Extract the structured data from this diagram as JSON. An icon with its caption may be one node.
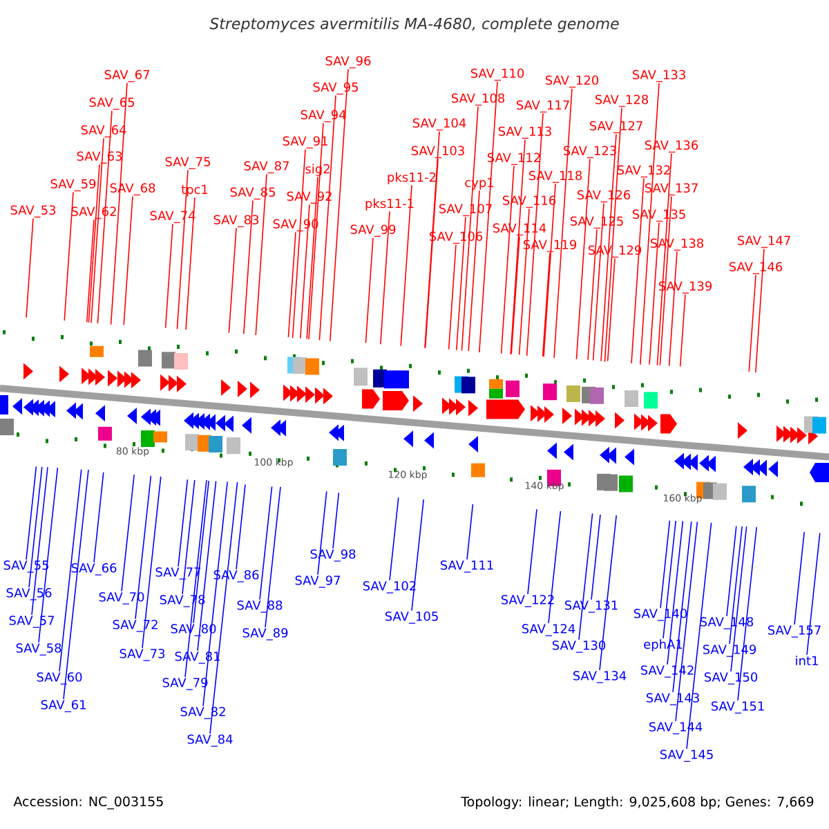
{
  "diagram": {
    "title": "Streptomyces avermitilis MA-4680, complete genome",
    "nodes": [
      {
        "text": [
          "SAV_53"
        ]
      },
      {
        "text": [
          "SAV_59"
        ]
      },
      {
        "text": [
          "SAV_62"
        ]
      },
      {
        "text": [
          "SAV_63"
        ]
      },
      {
        "text": [
          "SAV_64"
        ]
      },
      {
        "text": [
          "SAV_65"
        ]
      },
      {
        "text": [
          "SAV_67"
        ]
      },
      {
        "text": [
          "SAV_68"
        ]
      },
      {
        "text": [
          "SAV_74"
        ]
      },
      {
        "text": [
          "SAV_75"
        ]
      },
      {
        "text": [
          "tpc1"
        ]
      },
      {
        "text": [
          "SAV_83"
        ]
      },
      {
        "text": [
          "SAV_85"
        ]
      },
      {
        "text": [
          "SAV_87"
        ]
      },
      {
        "text": [
          "SAV_90"
        ]
      },
      {
        "text": [
          "SAV_91"
        ]
      },
      {
        "text": [
          "SAV_92"
        ]
      },
      {
        "text": [
          "sig2"
        ]
      },
      {
        "text": [
          "SAV_94"
        ]
      },
      {
        "text": [
          "SAV_95"
        ]
      },
      {
        "text": [
          "SAV_96"
        ]
      },
      {
        "text": [
          "SAV_99"
        ]
      },
      {
        "text": [
          "pks11-1"
        ]
      },
      {
        "text": [
          "pks11-2"
        ]
      },
      {
        "text": [
          "SAV_103"
        ]
      },
      {
        "text": [
          "SAV_104"
        ]
      },
      {
        "text": [
          "SAV_106"
        ]
      },
      {
        "text": [
          "SAV_107"
        ]
      },
      {
        "text": [
          "cyp1"
        ]
      },
      {
        "text": [
          "SAV_108"
        ]
      },
      {
        "text": [
          "SAV_110"
        ]
      },
      {
        "text": [
          "SAV_112"
        ]
      },
      {
        "text": [
          "SAV_113"
        ]
      },
      {
        "text": [
          "SAV_114"
        ]
      },
      {
        "text": [
          "SAV_116"
        ]
      },
      {
        "text": [
          "SAV_117"
        ]
      },
      {
        "text": [
          "SAV_118"
        ]
      },
      {
        "text": [
          "SAV_119"
        ]
      },
      {
        "text": [
          "SAV_120"
        ]
      },
      {
        "text": [
          "SAV_123"
        ]
      },
      {
        "text": [
          "SAV_125"
        ]
      },
      {
        "text": [
          "SAV_126"
        ]
      },
      {
        "text": [
          "SAV_127"
        ]
      },
      {
        "text": [
          "SAV_128"
        ]
      },
      {
        "text": [
          "SAV_129"
        ]
      },
      {
        "text": [
          "SAV_132"
        ]
      },
      {
        "text": [
          "SAV_133"
        ]
      },
      {
        "text": [
          "SAV_135"
        ]
      },
      {
        "text": [
          "SAV_136"
        ]
      },
      {
        "text": [
          "SAV_137"
        ]
      },
      {
        "text": [
          "SAV_138"
        ]
      },
      {
        "text": [
          "SAV_139"
        ]
      },
      {
        "text": [
          "SAV_146"
        ]
      },
      {
        "text": [
          "SAV_147"
        ]
      },
      {
        "text": [
          "SAV_55"
        ]
      },
      {
        "text": [
          "SAV_56"
        ]
      },
      {
        "text": [
          "SAV_57"
        ]
      },
      {
        "text": [
          "SAV_58"
        ]
      },
      {
        "text": [
          "SAV_60"
        ]
      },
      {
        "text": [
          "SAV_61"
        ]
      },
      {
        "text": [
          "SAV_66"
        ]
      },
      {
        "text": [
          "SAV_70"
        ]
      },
      {
        "text": [
          "SAV_72"
        ]
      },
      {
        "text": [
          "SAV_73"
        ]
      },
      {
        "text": [
          "SAV_77"
        ]
      },
      {
        "text": [
          "SAV_78"
        ]
      },
      {
        "text": [
          "SAV_80"
        ]
      },
      {
        "text": [
          "SAV_81"
        ]
      },
      {
        "text": [
          "SAV_79"
        ]
      },
      {
        "text": [
          "SAV_82"
        ]
      },
      {
        "text": [
          "SAV_84"
        ]
      },
      {
        "text": [
          "SAV_86"
        ]
      },
      {
        "text": [
          "SAV_88"
        ]
      },
      {
        "text": [
          "SAV_89"
        ]
      },
      {
        "text": [
          "SAV_97"
        ]
      },
      {
        "text": [
          "SAV_98"
        ]
      },
      {
        "text": [
          "SAV_102"
        ]
      },
      {
        "text": [
          "SAV_105"
        ]
      },
      {
        "text": [
          "SAV_111"
        ]
      },
      {
        "text": [
          "SAV_122"
        ]
      },
      {
        "text": [
          "SAV_124"
        ]
      },
      {
        "text": [
          "SAV_131"
        ]
      },
      {
        "text": [
          "SAV_130"
        ]
      },
      {
        "text": [
          "SAV_134"
        ]
      },
      {
        "text": [
          "SAV_140"
        ]
      },
      {
        "text": [
          "ephA1"
        ]
      },
      {
        "text": [
          "SAV_142"
        ]
      },
      {
        "text": [
          "SAV_143"
        ]
      },
      {
        "text": [
          "SAV_144"
        ]
      },
      {
        "text": [
          "SAV_145"
        ]
      },
      {
        "text": [
          "SAV_148"
        ]
      },
      {
        "text": [
          "SAV_149"
        ]
      },
      {
        "text": [
          "SAV_150"
        ]
      },
      {
        "text": [
          "SAV_151"
        ]
      },
      {
        "text": [
          "SAV_157"
        ]
      },
      {
        "text": [
          "int1"
        ]
      }
    ],
    "edges": [
      {
        "from": 0,
        "to": null,
        "arrow": "none"
      },
      {
        "from": 1,
        "to": null,
        "arrow": "none"
      },
      {
        "from": 2,
        "to": null,
        "arrow": "none"
      },
      {
        "from": 3,
        "to": null,
        "arrow": "none"
      },
      {
        "from": 4,
        "to": null,
        "arrow": "none"
      },
      {
        "from": 5,
        "to": null,
        "arrow": "none"
      },
      {
        "from": 6,
        "to": null,
        "arrow": "none"
      },
      {
        "from": 7,
        "to": null,
        "arrow": "none"
      },
      {
        "from": 8,
        "to": null,
        "arrow": "none"
      },
      {
        "from": 9,
        "to": null,
        "arrow": "none"
      },
      {
        "from": 10,
        "to": null,
        "arrow": "none"
      },
      {
        "from": 11,
        "to": null,
        "arrow": "none"
      },
      {
        "from": 12,
        "to": null,
        "arrow": "none"
      },
      {
        "from": 13,
        "to": null,
        "arrow": "none"
      },
      {
        "from": 14,
        "to": null,
        "arrow": "none"
      },
      {
        "from": 15,
        "to": null,
        "arrow": "none"
      },
      {
        "from": 16,
        "to": null,
        "arrow": "none"
      },
      {
        "from": 17,
        "to": null,
        "arrow": "none"
      },
      {
        "from": 18,
        "to": null,
        "arrow": "none"
      },
      {
        "from": 19,
        "to": null,
        "arrow": "none"
      },
      {
        "from": 20,
        "to": null,
        "arrow": "none"
      },
      {
        "from": 21,
        "to": null,
        "arrow": "none"
      },
      {
        "from": 22,
        "to": null,
        "arrow": "none"
      },
      {
        "from": 23,
        "to": null,
        "arrow": "none"
      },
      {
        "from": 24,
        "to": null,
        "arrow": "none"
      },
      {
        "from": 25,
        "to": null,
        "arrow": "none"
      },
      {
        "from": 26,
        "to": null,
        "arrow": "none"
      },
      {
        "from": 27,
        "to": null,
        "arrow": "none"
      },
      {
        "from": 28,
        "to": null,
        "arrow": "none"
      },
      {
        "from": 29,
        "to": null,
        "arrow": "none"
      },
      {
        "from": 30,
        "to": null,
        "arrow": "none"
      },
      {
        "from": 31,
        "to": null,
        "arrow": "none"
      },
      {
        "from": 32,
        "to": null,
        "arrow": "none"
      },
      {
        "from": 33,
        "to": null,
        "arrow": "none"
      },
      {
        "from": 34,
        "to": null,
        "arrow": "none"
      },
      {
        "from": 35,
        "to": null,
        "arrow": "none"
      },
      {
        "from": 36,
        "to": null,
        "arrow": "none"
      },
      {
        "from": 37,
        "to": null,
        "arrow": "none"
      },
      {
        "from": 38,
        "to": null,
        "arrow": "none"
      },
      {
        "from": 39,
        "to": null,
        "arrow": "none"
      },
      {
        "from": 40,
        "to": null,
        "arrow": "none"
      },
      {
        "from": 41,
        "to": null,
        "arrow": "none"
      },
      {
        "from": 42,
        "to": null,
        "arrow": "none"
      },
      {
        "from": 43,
        "to": null,
        "arrow": "none"
      },
      {
        "from": 44,
        "to": null,
        "arrow": "none"
      },
      {
        "from": 45,
        "to": null,
        "arrow": "none"
      },
      {
        "from": 46,
        "to": null,
        "arrow": "none"
      },
      {
        "from": 47,
        "to": null,
        "arrow": "none"
      },
      {
        "from": 48,
        "to": null,
        "arrow": "none"
      },
      {
        "from": 49,
        "to": null,
        "arrow": "none"
      },
      {
        "from": 50,
        "to": null,
        "arrow": "none"
      },
      {
        "from": 51,
        "to": null,
        "arrow": "none"
      },
      {
        "from": 52,
        "to": null,
        "arrow": "none"
      },
      {
        "from": 53,
        "to": null,
        "arrow": "none"
      },
      {
        "from": 54,
        "to": null,
        "arrow": "none",
        "color": "#0000ff"
      },
      {
        "from": 55,
        "to": null,
        "arrow": "none",
        "color": "#0000ff"
      },
      {
        "from": 56,
        "to": null,
        "arrow": "none",
        "color": "#0000ff"
      },
      {
        "from": 57,
        "to": null,
        "arrow": "none",
        "color": "#0000ff"
      },
      {
        "from": 58,
        "to": null,
        "arrow": "none",
        "color": "#0000ff"
      },
      {
        "from": 59,
        "to": null,
        "arrow": "none",
        "color": "#0000ff"
      },
      {
        "from": 60,
        "to": null,
        "arrow": "none",
        "color": "#0000ff"
      },
      {
        "from": 61,
        "to": null,
        "arrow": "none",
        "color": "#0000ff"
      },
      {
        "from": 62,
        "to": null,
        "arrow": "none",
        "color": "#0000ff"
      },
      {
        "from": 63,
        "to": null,
        "arrow": "none",
        "color": "#0000ff"
      },
      {
        "from": 64,
        "to": null,
        "arrow": "none",
        "color": "#0000ff"
      },
      {
        "from": 65,
        "to": null,
        "arrow": "none",
        "color": "#0000ff"
      },
      {
        "from": 66,
        "to": null,
        "arrow": "none",
        "color": "#0000ff"
      },
      {
        "from": 67,
        "to": null,
        "arrow": "none",
        "color": "#0000ff"
      },
      {
        "from": 68,
        "to": null,
        "arrow": "none",
        "color": "#0000ff"
      },
      {
        "from": 69,
        "to": null,
        "arrow": "none",
        "color": "#0000ff"
      },
      {
        "from": 70,
        "to": null,
        "arrow": "none",
        "color": "#0000ff"
      },
      {
        "from": 71,
        "to": null,
        "arrow": "none",
        "color": "#0000ff"
      },
      {
        "from": 72,
        "to": null,
        "arrow": "none",
        "color": "#0000ff"
      },
      {
        "from": 73,
        "to": null,
        "arrow": "none",
        "color": "#0000ff"
      },
      {
        "from": 74,
        "to": null,
        "arrow": "none",
        "color": "#0000ff"
      },
      {
        "from": 75,
        "to": null,
        "arrow": "none",
        "color": "#0000ff"
      },
      {
        "from": 76,
        "to": null,
        "arrow": "none",
        "color": "#0000ff"
      },
      {
        "from": 77,
        "to": null,
        "arrow": "none",
        "color": "#0000ff"
      },
      {
        "from": 78,
        "to": null,
        "arrow": "none",
        "color": "#0000ff"
      },
      {
        "from": 79,
        "to": null,
        "arrow": "none",
        "color": "#0000ff"
      },
      {
        "from": 80,
        "to": null,
        "arrow": "none",
        "color": "#0000ff"
      },
      {
        "from": 81,
        "to": null,
        "arrow": "none",
        "color": "#0000ff"
      },
      {
        "from": 82,
        "to": null,
        "arrow": "none",
        "color": "#0000ff"
      },
      {
        "from": 83,
        "to": null,
        "arrow": "none",
        "color": "#0000ff"
      },
      {
        "from": 84,
        "to": null,
        "arrow": "none",
        "color": "#0000ff"
      },
      {
        "from": 85,
        "to": null,
        "arrow": "none",
        "color": "#0000ff"
      },
      {
        "from": 86,
        "to": null,
        "arrow": "none",
        "color": "#0000ff"
      },
      {
        "from": 87,
        "to": null,
        "arrow": "none",
        "color": "#0000ff"
      },
      {
        "from": 88,
        "to": null,
        "arrow": "none",
        "color": "#0000ff"
      },
      {
        "from": 89,
        "to": null,
        "arrow": "none",
        "color": "#0000ff"
      },
      {
        "from": 90,
        "to": null,
        "arrow": "none",
        "color": "#0000ff"
      },
      {
        "from": 91,
        "to": null,
        "arrow": "none",
        "color": "#0000ff"
      },
      {
        "from": 92,
        "to": null,
        "arrow": "none",
        "color": "#0000ff"
      },
      {
        "from": 93,
        "to": null,
        "arrow": "none",
        "color": "#0000ff"
      },
      {
        "from": 94,
        "to": null,
        "arrow": "none",
        "color": "#0000ff"
      },
      {
        "from": 95,
        "to": null,
        "arrow": "none",
        "color": "#0000ff"
      }
    ],
    "labels": [
      "80 kbp",
      "100 kbp",
      "120 kbp",
      "140 kbp",
      "160 kbp",
      "Accession: NC_003155",
      "Topology: linear; Length: 9,025,608 bp; Genes: 7,669"
    ]
  }
}
